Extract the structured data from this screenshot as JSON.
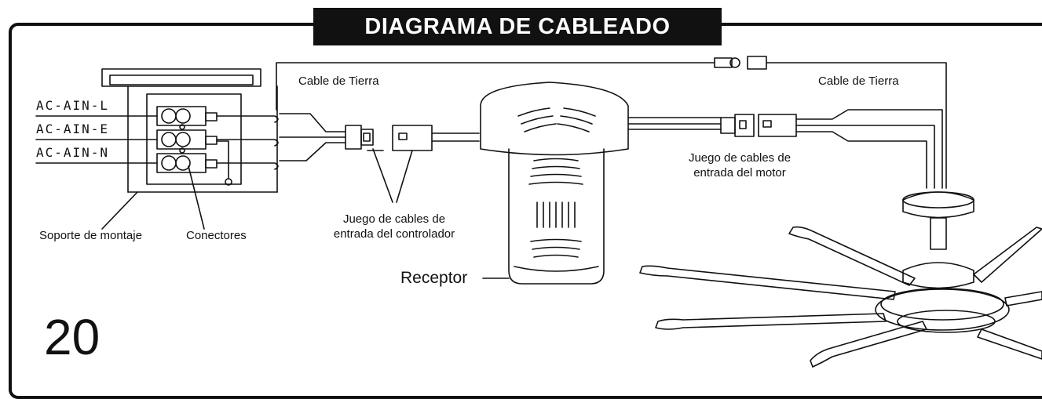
{
  "title": "DIAGRAMA DE CABLEADO",
  "page_number": "20",
  "wires": {
    "line": "AC-AIN-L",
    "earth": "AC-AIN-E",
    "neutral": "AC-AIN-N"
  },
  "labels": {
    "ground_left": "Cable de Tierra",
    "ground_right": "Cable de Tierra",
    "mounting_bracket": "Soporte de montaje",
    "connectors": "Conectores",
    "controller_set_line1": "Juego de cables de",
    "controller_set_line2": "entrada del controlador",
    "motor_set_line1": "Juego de cables de",
    "motor_set_line2": "entrada del motor",
    "receiver": "Receptor"
  }
}
